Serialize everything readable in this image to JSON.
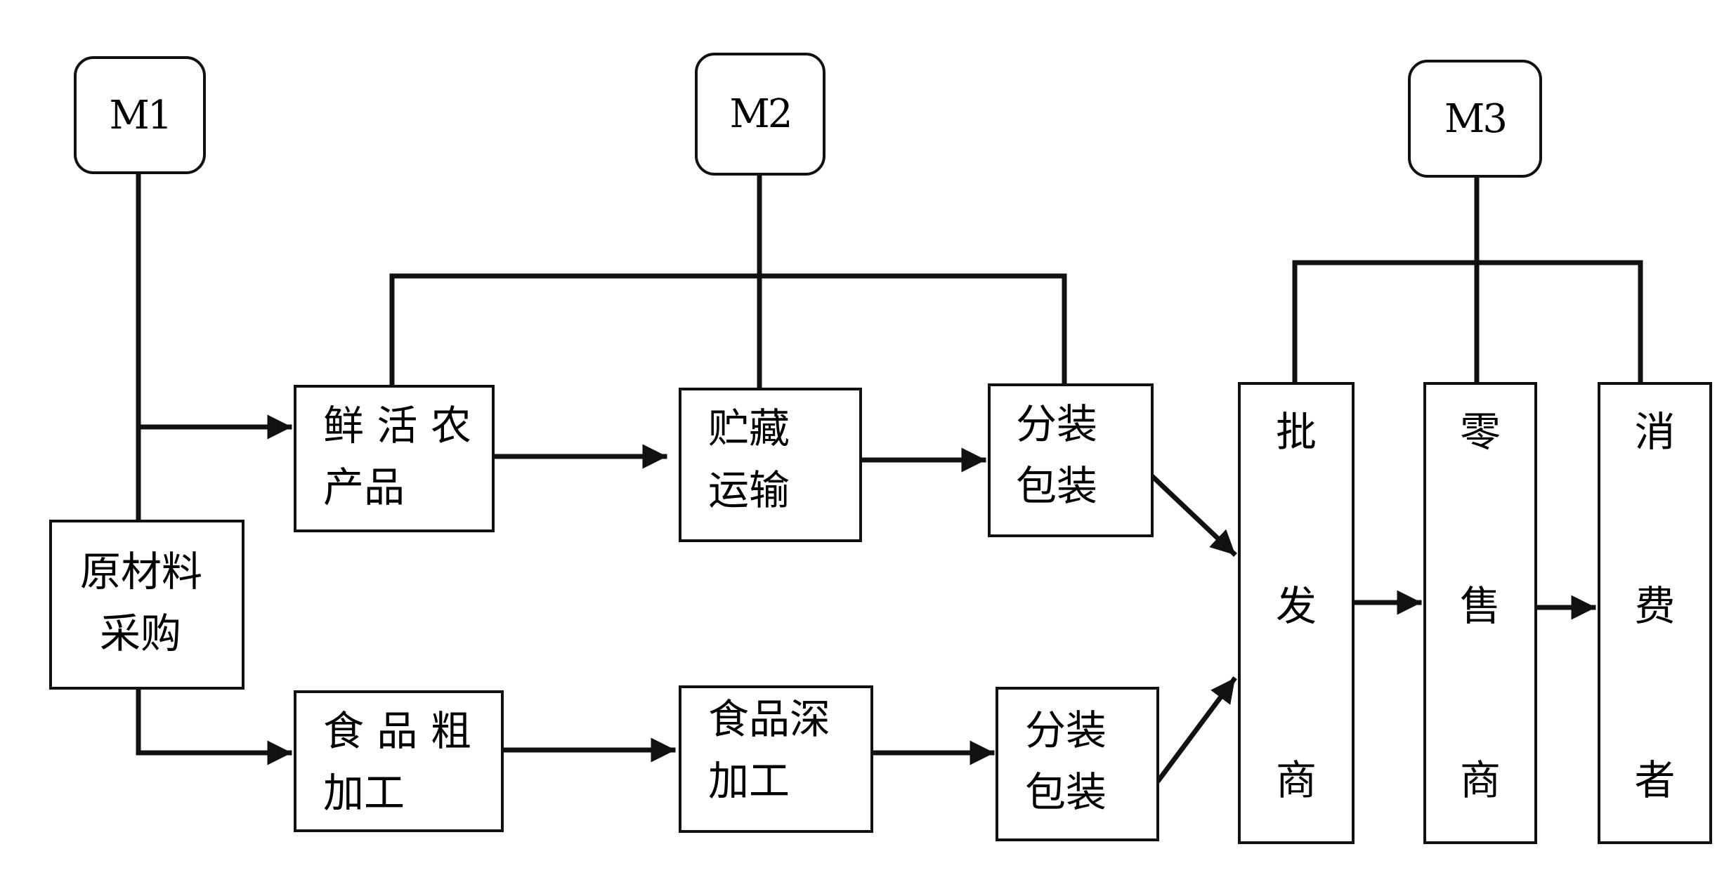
{
  "managers": {
    "m1": "M1",
    "m2": "M2",
    "m3": "M3"
  },
  "nodes": {
    "raw_purchase": [
      "原材料",
      "采购"
    ],
    "fresh_products": [
      "鲜 活 农",
      "产品"
    ],
    "storage_transport": [
      "贮藏",
      "运输"
    ],
    "pack_top": [
      "分装",
      "包装"
    ],
    "rough_processing": [
      "食 品 粗",
      "加工"
    ],
    "deep_processing": [
      "食品深",
      "加工"
    ],
    "pack_bottom": [
      "分装",
      "包装"
    ],
    "wholesaler": [
      "批",
      "发",
      "商"
    ],
    "retailer": [
      "零",
      "售",
      "商"
    ],
    "consumer": [
      "消",
      "费",
      "者"
    ]
  }
}
